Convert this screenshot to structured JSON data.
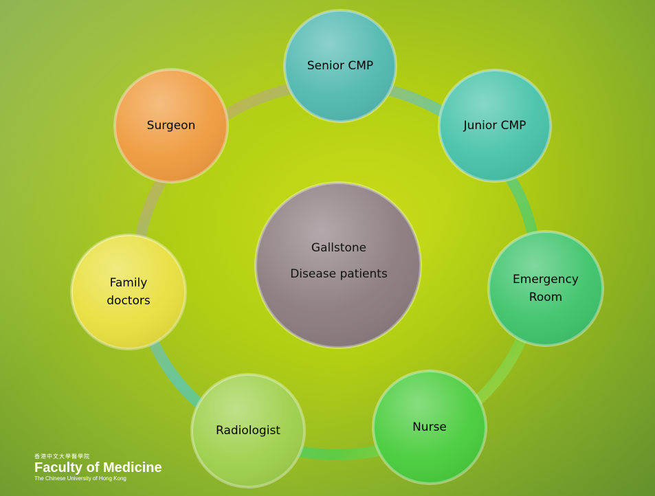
{
  "diagram": {
    "center": {
      "line1": "Gallstone",
      "line2": "Disease patients",
      "color": "#8a7a7e"
    },
    "nodes": [
      {
        "id": "senior-cmp",
        "label": "Senior CMP",
        "color": "#4fb8b0"
      },
      {
        "id": "junior-cmp",
        "label": "Junior CMP",
        "color": "#45c2a8"
      },
      {
        "id": "emergency-room",
        "label": "Emergency\nRoom",
        "color": "#3cc36a"
      },
      {
        "id": "nurse",
        "label": "Nurse",
        "color": "#47cc3a"
      },
      {
        "id": "radiologist",
        "label": "Radiologist",
        "color": "#9dd04a"
      },
      {
        "id": "family-doctors",
        "label": "Family\ndoctors",
        "color": "#e8df3c"
      },
      {
        "id": "surgeon",
        "label": "Surgeon",
        "color": "#ef9a3c"
      }
    ]
  },
  "logo": {
    "chinese": "香港中文大學醫學院",
    "title": "Faculty of Medicine",
    "subtitle": "The Chinese University of Hong Kong"
  }
}
